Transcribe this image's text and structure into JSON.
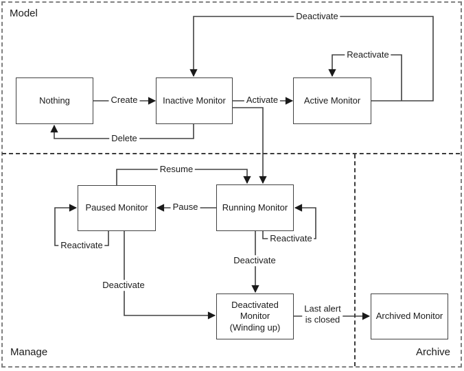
{
  "regions": {
    "model": "Model",
    "manage": "Manage",
    "archive": "Archive"
  },
  "nodes": {
    "nothing": "Nothing",
    "inactive": "Inactive Monitor",
    "active": "Active Monitor",
    "paused": "Paused Monitor",
    "running": "Running Monitor",
    "deactivated": [
      "Deactivated",
      "Monitor",
      "(Winding up)"
    ],
    "archived": "Archived Monitor"
  },
  "edges": {
    "create": "Create",
    "delete": "Delete",
    "activate": "Activate",
    "deactivate_top": "Deactivate",
    "reactivate_active": "Reactivate",
    "resume": "Resume",
    "pause": "Pause",
    "reactivate_paused": "Reactivate",
    "reactivate_running": "Reactivate",
    "deactivate_running": "Deactivate",
    "deactivate_paused": "Deactivate",
    "last_alert": [
      "Last alert",
      "is closed"
    ]
  },
  "colors": {
    "line": "#404040",
    "box_border": "#404040",
    "region_border": "#7f7f7f",
    "divider_border": "#3a3a3a",
    "text": "#1a1a1a",
    "background": "#ffffff"
  }
}
